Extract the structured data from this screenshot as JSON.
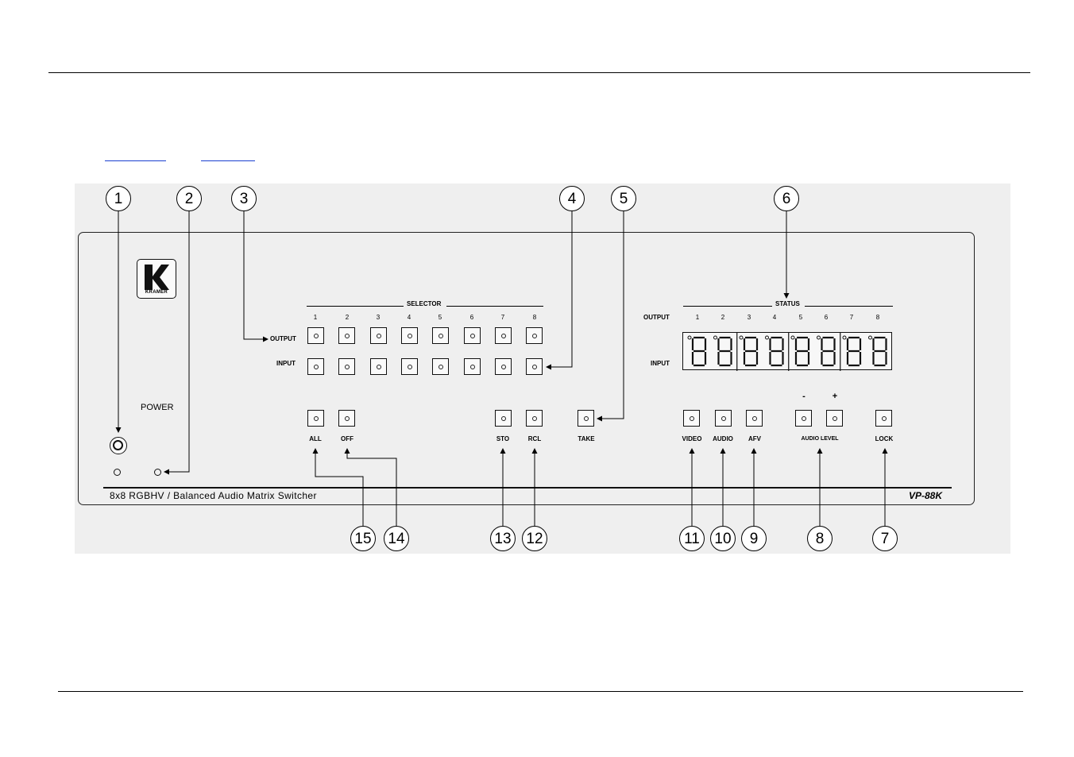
{
  "panel": {
    "model_name": "8x8 RGBHV / Balanced Audio Matrix Switcher",
    "model_code": "VP-88K",
    "logo_text": "KRAMER",
    "power_label": "POWER"
  },
  "selector": {
    "title": "SELECTOR",
    "output_label": "OUTPUT",
    "input_label": "INPUT",
    "numbers": [
      "1",
      "2",
      "3",
      "4",
      "5",
      "6",
      "7",
      "8"
    ]
  },
  "status": {
    "title": "STATUS",
    "output_label": "OUTPUT",
    "input_label": "INPUT",
    "numbers": [
      "1",
      "2",
      "3",
      "4",
      "5",
      "6",
      "7",
      "8"
    ]
  },
  "buttons": {
    "all": "ALL",
    "off": "OFF",
    "sto": "STO",
    "rcl": "RCL",
    "take": "TAKE",
    "video": "VIDEO",
    "audio": "AUDIO",
    "afv": "AFV",
    "audio_level": "AUDIO LEVEL",
    "minus": "-",
    "plus": "+",
    "lock": "LOCK"
  },
  "callouts": {
    "c1": "1",
    "c2": "2",
    "c3": "3",
    "c4": "4",
    "c5": "5",
    "c6": "6",
    "c7": "7",
    "c8": "8",
    "c9": "9",
    "c10": "10",
    "c11": "11",
    "c12": "12",
    "c13": "13",
    "c14": "14",
    "c15": "15"
  }
}
